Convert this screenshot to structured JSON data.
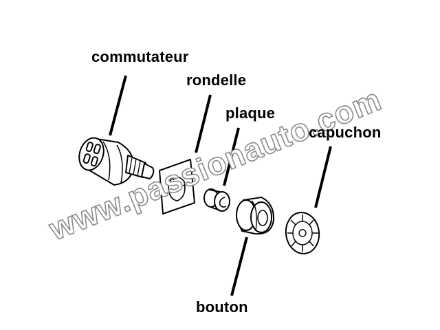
{
  "labels": {
    "commutateur": "commutateur",
    "rondelle": "rondelle",
    "plaque": "plaque",
    "capuchon": "capuchon",
    "bouton": "bouton"
  },
  "watermark": {
    "text": "www.passionauto.com"
  },
  "colors": {
    "line": "#000000",
    "watermark_stroke": "#8a8a8a",
    "watermark_fill": "#ffffff"
  }
}
